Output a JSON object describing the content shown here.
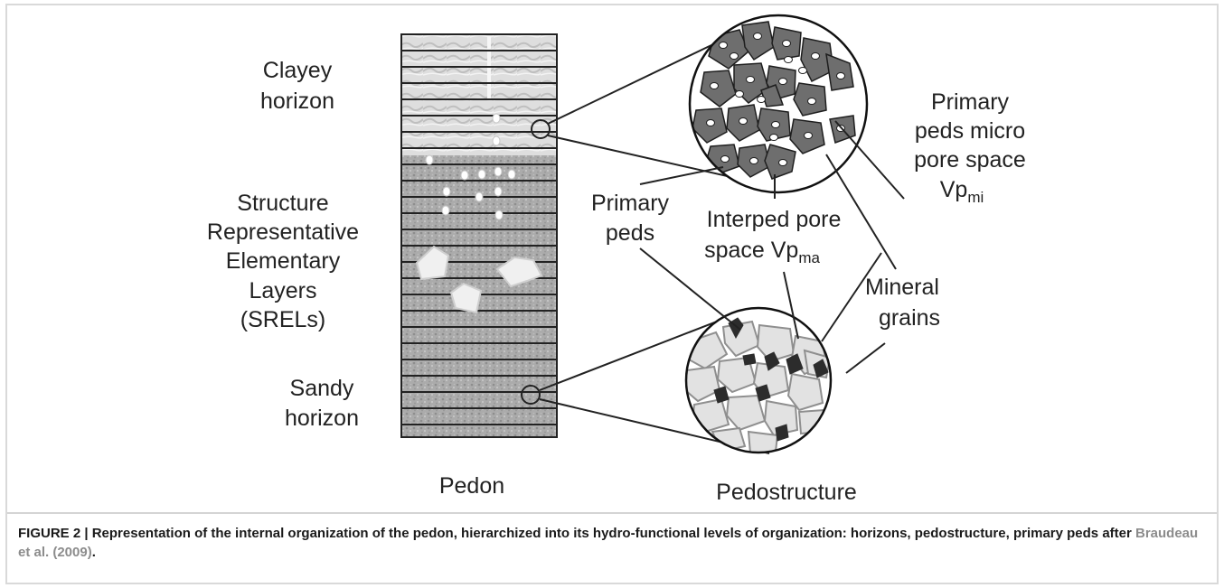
{
  "labels": {
    "clayey_1": "Clayey",
    "clayey_2": "horizon",
    "srel_1": "Structure",
    "srel_2": "Representative",
    "srel_3": "Elementary",
    "srel_4": "Layers",
    "srel_5": "(SRELs)",
    "sandy_1": "Sandy",
    "sandy_2": "horizon",
    "pedon": "Pedon",
    "pedostructure": "Pedostructure",
    "primary_peds_1": "Primary",
    "primary_peds_2": "peds",
    "interped_1": "Interped pore",
    "interped_2": "space Vp",
    "interped_sub": "ma",
    "micro_1": "Primary",
    "micro_2": "peds micro",
    "micro_3": "pore space",
    "micro_4": "Vp",
    "micro_sub": "mi",
    "mineral_1": "Mineral",
    "mineral_2": "grains"
  },
  "caption": {
    "main": "FIGURE 2 | Representation of the internal organization of the pedon, hierarchized into its hydro-functional levels of organization: horizons, pedostructure, primary peds after ",
    "reference": "Braudeau et al. (2009)",
    "end": "."
  },
  "colors": {
    "clay_fill": "#dcdcdc",
    "sand_fill": "#a9a9a9",
    "primary_ped": "#6e6e6e",
    "mineral_grain": "#e0e0e0",
    "reference_text": "#8c8c8c"
  }
}
